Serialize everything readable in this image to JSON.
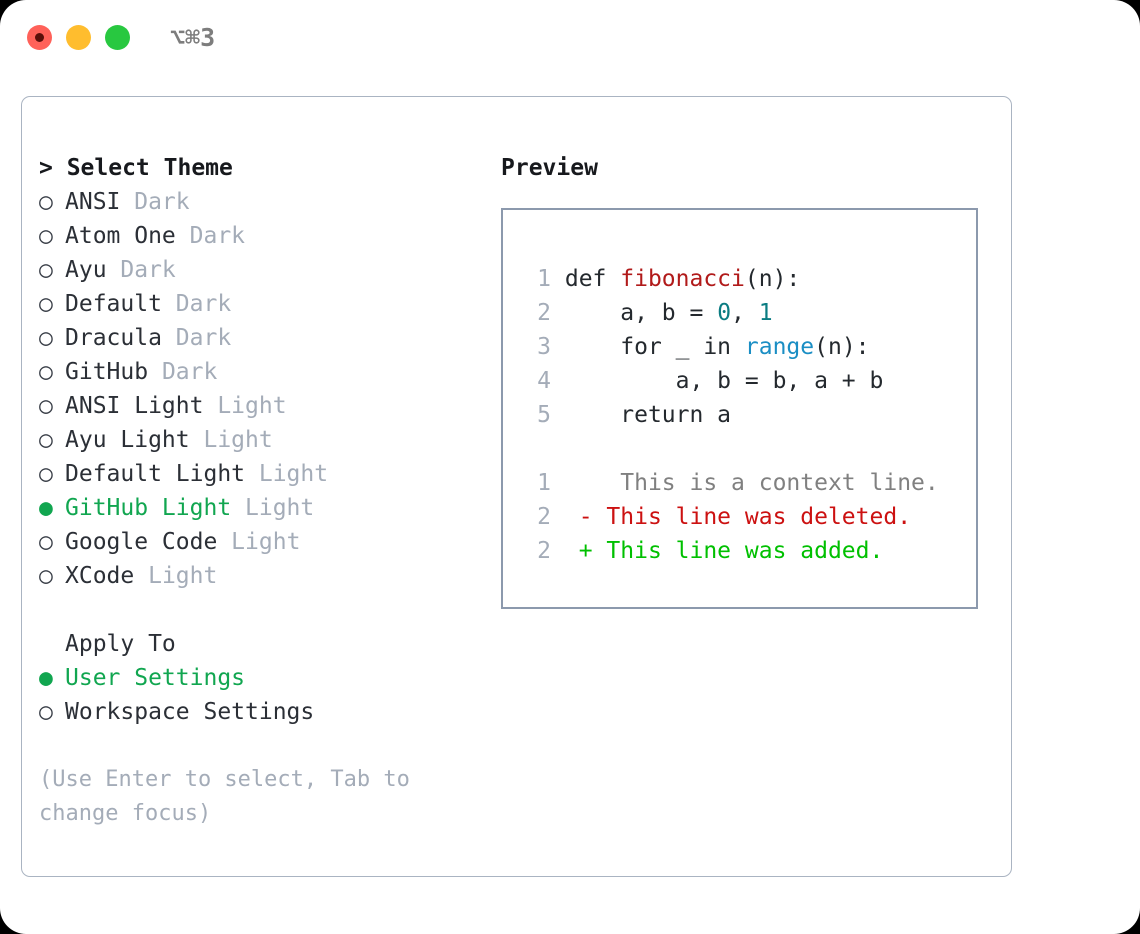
{
  "titlebar": {
    "shortcut": "⌥⌘3",
    "buttons": [
      {
        "name": "close",
        "color": "#ff6159"
      },
      {
        "name": "minimize",
        "color": "#ffbd2e"
      },
      {
        "name": "maximize",
        "color": "#28c840"
      }
    ]
  },
  "colors": {
    "accent_selected": "#11a650",
    "muted": "#a4acb8",
    "text": "#2b2f36",
    "panel_border": "#aab4c2",
    "preview_border": "#8c99ad",
    "diff_add": "#00c000",
    "diff_del": "#cc1111",
    "diff_ctx": "#808080",
    "syntax_func": "#b11a1a",
    "syntax_num": "#0b7c82",
    "syntax_call": "#1a8ec4"
  },
  "theme_list": {
    "heading": "> Select Theme",
    "marker_selected": "●",
    "marker_unselected": "○",
    "items": [
      {
        "name": "ANSI",
        "variant": "Dark",
        "selected": false
      },
      {
        "name": "Atom One",
        "variant": "Dark",
        "selected": false
      },
      {
        "name": "Ayu",
        "variant": "Dark",
        "selected": false
      },
      {
        "name": "Default",
        "variant": "Dark",
        "selected": false
      },
      {
        "name": "Dracula",
        "variant": "Dark",
        "selected": false
      },
      {
        "name": "GitHub",
        "variant": "Dark",
        "selected": false
      },
      {
        "name": "ANSI Light",
        "variant": "Light",
        "selected": false
      },
      {
        "name": "Ayu Light",
        "variant": "Light",
        "selected": false
      },
      {
        "name": "Default Light",
        "variant": "Light",
        "selected": false
      },
      {
        "name": "GitHub Light",
        "variant": "Light",
        "selected": true
      },
      {
        "name": "Google Code",
        "variant": "Light",
        "selected": false
      },
      {
        "name": "XCode",
        "variant": "Light",
        "selected": false
      }
    ]
  },
  "apply_to": {
    "label": "Apply To",
    "options": [
      {
        "name": "User Settings",
        "selected": true
      },
      {
        "name": "Workspace Settings",
        "selected": false
      }
    ]
  },
  "hint": "(Use Enter to select, Tab to change focus)",
  "preview": {
    "title": "Preview",
    "code_lines": [
      {
        "num": "1",
        "segments": [
          {
            "text": "def ",
            "style": "plain"
          },
          {
            "text": "fibonacci",
            "style": "func"
          },
          {
            "text": "(n):",
            "style": "plain"
          }
        ]
      },
      {
        "num": "2",
        "segments": [
          {
            "text": "    a, b = ",
            "style": "plain"
          },
          {
            "text": "0",
            "style": "num"
          },
          {
            "text": ", ",
            "style": "plain"
          },
          {
            "text": "1",
            "style": "num"
          }
        ]
      },
      {
        "num": "3",
        "segments": [
          {
            "text": "    for _ in ",
            "style": "plain"
          },
          {
            "text": "range",
            "style": "call"
          },
          {
            "text": "(n):",
            "style": "plain"
          }
        ]
      },
      {
        "num": "4",
        "segments": [
          {
            "text": "        a, b = b, a + b",
            "style": "plain"
          }
        ]
      },
      {
        "num": "5",
        "segments": [
          {
            "text": "    return a",
            "style": "plain"
          }
        ]
      }
    ],
    "diff_lines": [
      {
        "num": "1",
        "marker": " ",
        "text": "  This is a context line.",
        "kind": "ctx"
      },
      {
        "num": "2",
        "marker": "-",
        "text": " This line was deleted.",
        "kind": "del"
      },
      {
        "num": "2",
        "marker": "+",
        "text": " This line was added.",
        "kind": "add"
      }
    ]
  }
}
